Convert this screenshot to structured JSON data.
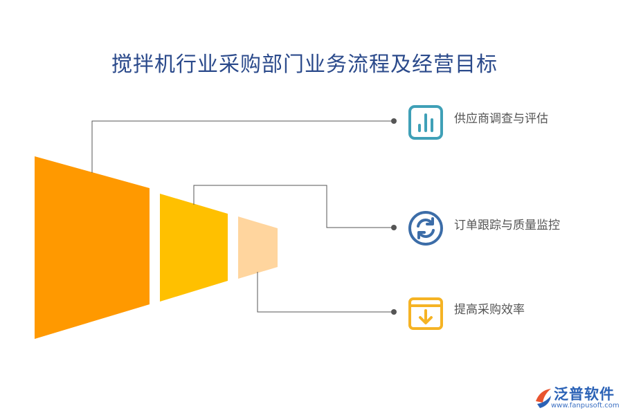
{
  "title": "搅拌机行业采购部门业务流程及经营目标",
  "colors": {
    "segment_1": "#ff9900",
    "segment_2": "#ffc000",
    "segment_3": "#ffd59e",
    "connector": "#555555",
    "icon_teal": "#3fa0b7",
    "icon_blue": "#3c6da8",
    "icon_gold": "#f5b324"
  },
  "items": [
    {
      "label": "供应商调查与评估",
      "icon": "bar-chart-icon"
    },
    {
      "label": "订单跟踪与质量监控",
      "icon": "refresh-icon"
    },
    {
      "label": "提高采购效率",
      "icon": "download-box-icon"
    }
  ],
  "logo": {
    "name": "泛普软件",
    "url": "www.fanpusoft.com"
  }
}
